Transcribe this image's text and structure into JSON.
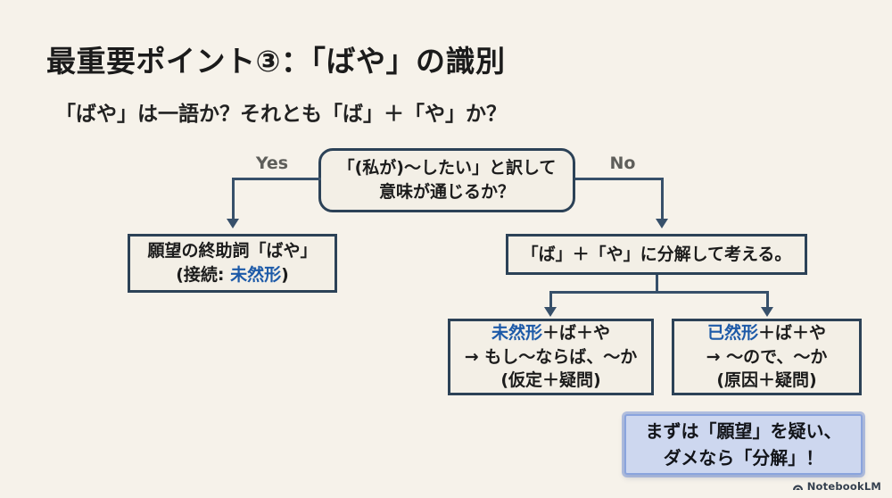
{
  "slide": {
    "title": "最重要ポイント③：「ばや」の識別",
    "subtitle": "「ばや」は一語か？それとも「ば」＋「や」か？",
    "background_color": "#f6f2ea",
    "accent_blue": "#1d5aa8",
    "box_border_color": "#2c4257",
    "box_fill_color": "#f3efe6",
    "connector_color": "#37506a"
  },
  "flow": {
    "decision": {
      "line1": "「(私が)〜したい」と訳して",
      "line2": "意味が通じるか？"
    },
    "yes_label": "Yes",
    "no_label": "No",
    "desire_box": {
      "line1": "願望の終助詞「ばや」",
      "line2_prefix": "(接続: ",
      "line2_accent": "未然形",
      "line2_suffix": ")"
    },
    "decompose_box": {
      "text": "「ば」＋「や」に分解して考える。"
    },
    "hypo_box": {
      "accent": "未然形",
      "line1_rest": "＋ば＋や",
      "line2": "→ もし〜ならば、〜か",
      "line3": "(仮定＋疑問)"
    },
    "cause_box": {
      "accent": "已然形",
      "line1_rest": "＋ば＋や",
      "line2": "→ 〜ので、〜か",
      "line3": "(原因＋疑問)"
    },
    "conclusion": {
      "line1": "まずは「願望」を疑い、",
      "line2": "ダメなら「分解」！",
      "bg_color": "#cdd7ef",
      "border_color": "#8aa4dd"
    }
  },
  "footer": {
    "brand": "NotebookLM"
  }
}
